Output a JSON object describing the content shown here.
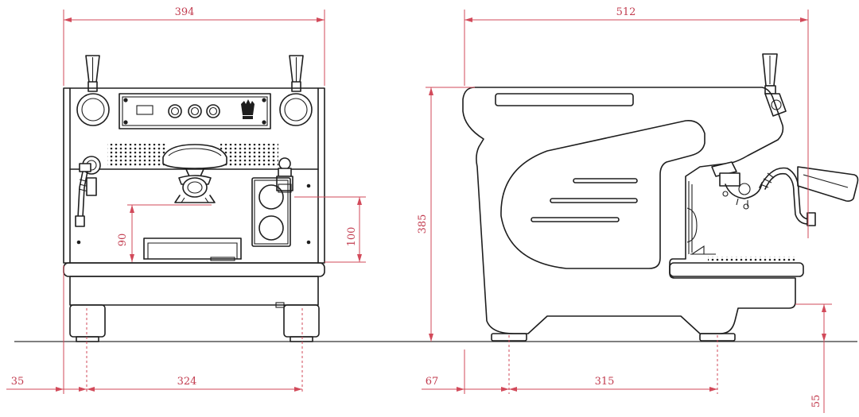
{
  "dimensions": {
    "front_width": "394",
    "side_depth": "512",
    "front_side_margin": "35",
    "front_feet_span": "324",
    "cup_height_left": "90",
    "cup_height_right": "100",
    "total_height": "385",
    "side_front_margin": "67",
    "side_feet_span": "315",
    "foot_height": "55"
  },
  "colors": {
    "line": "#1e1e1e",
    "dimension": "#d24a5a"
  }
}
